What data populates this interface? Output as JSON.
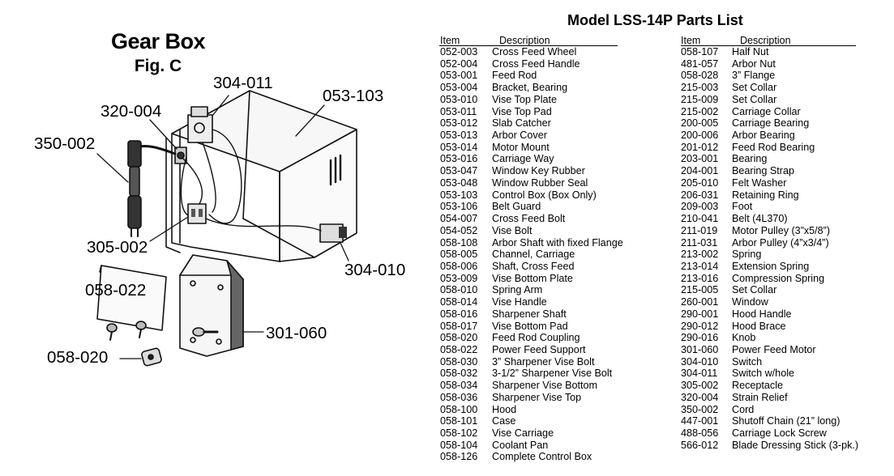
{
  "figure": {
    "title": "Gear Box",
    "subtitle": "Fig. C",
    "callouts": [
      {
        "id": "c1",
        "text": "304-011"
      },
      {
        "id": "c2",
        "text": "053-103"
      },
      {
        "id": "c3",
        "text": "320-004"
      },
      {
        "id": "c4",
        "text": "350-002"
      },
      {
        "id": "c5",
        "text": "305-002"
      },
      {
        "id": "c6",
        "text": "304-010"
      },
      {
        "id": "c7",
        "text": "058-022"
      },
      {
        "id": "c8",
        "text": "301-060"
      },
      {
        "id": "c9",
        "text": "058-020"
      }
    ]
  },
  "parts_list": {
    "title": "Model LSS-14P Parts List",
    "headers": {
      "item": "Item",
      "description": "Description"
    },
    "left_column": [
      {
        "item": "052-003",
        "description": "Cross Feed Wheel"
      },
      {
        "item": "052-004",
        "description": "Cross Feed Handle"
      },
      {
        "item": "053-001",
        "description": "Feed Rod"
      },
      {
        "item": "053-004",
        "description": "Bracket, Bearing"
      },
      {
        "item": "053-010",
        "description": "Vise Top Plate"
      },
      {
        "item": "053-011",
        "description": "Vise Top Pad"
      },
      {
        "item": "053-012",
        "description": "Slab Catcher"
      },
      {
        "item": "053-013",
        "description": "Arbor Cover"
      },
      {
        "item": "053-014",
        "description": "Motor Mount"
      },
      {
        "item": "053-016",
        "description": "Carriage Way"
      },
      {
        "item": "053-047",
        "description": "Window Key Rubber"
      },
      {
        "item": "053-048",
        "description": "Window Rubber Seal"
      },
      {
        "item": "053-103",
        "description": "Control Box (Box Only)"
      },
      {
        "item": "053-106",
        "description": "Belt Guard"
      },
      {
        "item": "054-007",
        "description": "Cross Feed Bolt"
      },
      {
        "item": "054-052",
        "description": "Vise Bolt"
      },
      {
        "item": "058-108",
        "description": "Arbor Shaft with fixed Flange"
      },
      {
        "item": "058-005",
        "description": "Channel, Carriage"
      },
      {
        "item": "058-006",
        "description": "Shaft, Cross Feed"
      },
      {
        "item": "053-009",
        "description": "Vise Bottom Plate"
      },
      {
        "item": "058-010",
        "description": "Spring Arm"
      },
      {
        "item": "058-014",
        "description": "Vise Handle"
      },
      {
        "item": "058-016",
        "description": "Sharpener Shaft"
      },
      {
        "item": "058-017",
        "description": "Vise Bottom Pad"
      },
      {
        "item": "058-020",
        "description": "Feed Rod Coupling"
      },
      {
        "item": "058-022",
        "description": "Power Feed Support"
      },
      {
        "item": "058-030",
        "description": "3” Sharpener Vise Bolt"
      },
      {
        "item": "058-032",
        "description": "3-1/2” Sharpener Vise Bolt"
      },
      {
        "item": "058-034",
        "description": "Sharpener Vise Bottom"
      },
      {
        "item": "058-036",
        "description": "Sharpener Vise Top"
      },
      {
        "item": "058-100",
        "description": "Hood"
      },
      {
        "item": "058-101",
        "description": "Case"
      },
      {
        "item": "058-102",
        "description": "Vise Carriage"
      },
      {
        "item": "058-104",
        "description": "Coolant Pan"
      },
      {
        "item": "058-126",
        "description": "Complete Control Box"
      }
    ],
    "right_column": [
      {
        "item": "058-107",
        "description": "Half Nut"
      },
      {
        "item": "481-057",
        "description": "Arbor Nut"
      },
      {
        "item": "058-028",
        "description": "3” Flange"
      },
      {
        "item": "215-003",
        "description": "Set Collar"
      },
      {
        "item": "215-009",
        "description": "Set Collar"
      },
      {
        "item": "215-002",
        "description": "Carriage Collar"
      },
      {
        "item": "200-005",
        "description": "Carriage Bearing"
      },
      {
        "item": "200-006",
        "description": "Arbor Bearing"
      },
      {
        "item": "201-012",
        "description": "Feed Rod Bearing"
      },
      {
        "item": "203-001",
        "description": "Bearing"
      },
      {
        "item": "204-001",
        "description": "Bearing Strap"
      },
      {
        "item": "205-010",
        "description": "Felt Washer"
      },
      {
        "item": "206-031",
        "description": "Retaining Ring"
      },
      {
        "item": "209-003",
        "description": "Foot"
      },
      {
        "item": "210-041",
        "description": "Belt (4L370)"
      },
      {
        "item": "211-019",
        "description": "Motor Pulley (3”x5/8”)"
      },
      {
        "item": "211-031",
        "description": "Arbor Pulley (4”x3/4”)"
      },
      {
        "item": "213-002",
        "description": "Spring"
      },
      {
        "item": "213-014",
        "description": "Extension Spring"
      },
      {
        "item": "213-016",
        "description": "Compression Spring"
      },
      {
        "item": "215-005",
        "description": "Set Collar"
      },
      {
        "item": "260-001",
        "description": "Window"
      },
      {
        "item": "290-001",
        "description": "Hood Handle"
      },
      {
        "item": "290-012",
        "description": "Hood Brace"
      },
      {
        "item": "290-016",
        "description": "Knob"
      },
      {
        "item": "301-060",
        "description": "Power Feed Motor"
      },
      {
        "item": "304-010",
        "description": "Switch"
      },
      {
        "item": "304-011",
        "description": "Switch w/hole"
      },
      {
        "item": "305-002",
        "description": "Receptacle"
      },
      {
        "item": "320-004",
        "description": "Strain Relief"
      },
      {
        "item": "350-002",
        "description": "Cord"
      },
      {
        "item": "447-001",
        "description": "Shutoff Chain (21” long)"
      },
      {
        "item": "488-056",
        "description": "Carriage Lock Screw"
      },
      {
        "item": "566-012",
        "description": "Blade Dressing Stick (3-pk.)"
      }
    ]
  }
}
